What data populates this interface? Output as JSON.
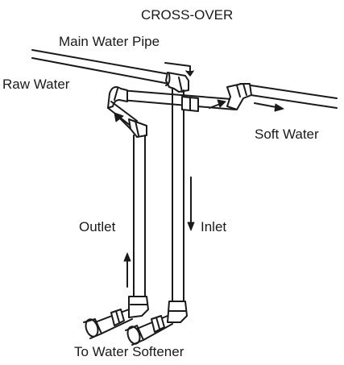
{
  "labels": {
    "title": "CROSS-OVER",
    "main_pipe": "Main Water Pipe",
    "raw_water": "Raw Water",
    "soft_water": "Soft Water",
    "outlet": "Outlet",
    "inlet": "Inlet",
    "to_softener": "To Water Softener"
  },
  "colors": {
    "line": "#1a1a1a",
    "background": "#ffffff"
  }
}
